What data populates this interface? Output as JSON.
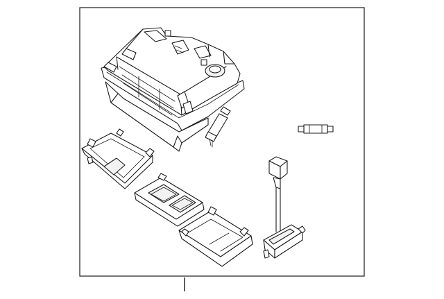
{
  "diagram": {
    "parts": [
      "overhead-console-housing",
      "bulb-left",
      "bulb-right",
      "lens-cover-left",
      "sunglass-holder-frame",
      "storage-door",
      "wiring-harness-with-connector"
    ],
    "callout_count": 1
  }
}
